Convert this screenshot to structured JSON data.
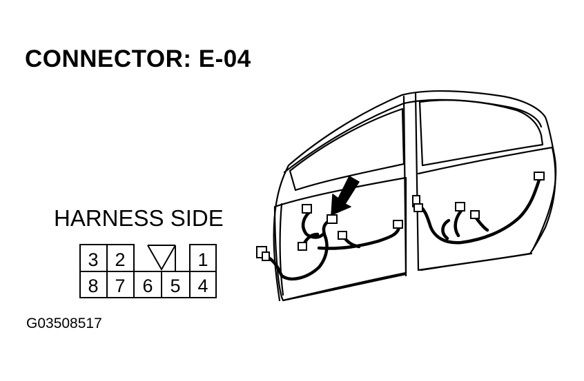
{
  "title": "CONNECTOR: E-04",
  "harness_label": "HARNESS SIDE",
  "figure_id": "G03508517",
  "connector": {
    "top_row": [
      "3",
      "2",
      "",
      "1"
    ],
    "bottom_row": [
      "8",
      "7",
      "6",
      "5",
      "4"
    ]
  },
  "colors": {
    "ink": "#000000",
    "background": "#ffffff"
  }
}
